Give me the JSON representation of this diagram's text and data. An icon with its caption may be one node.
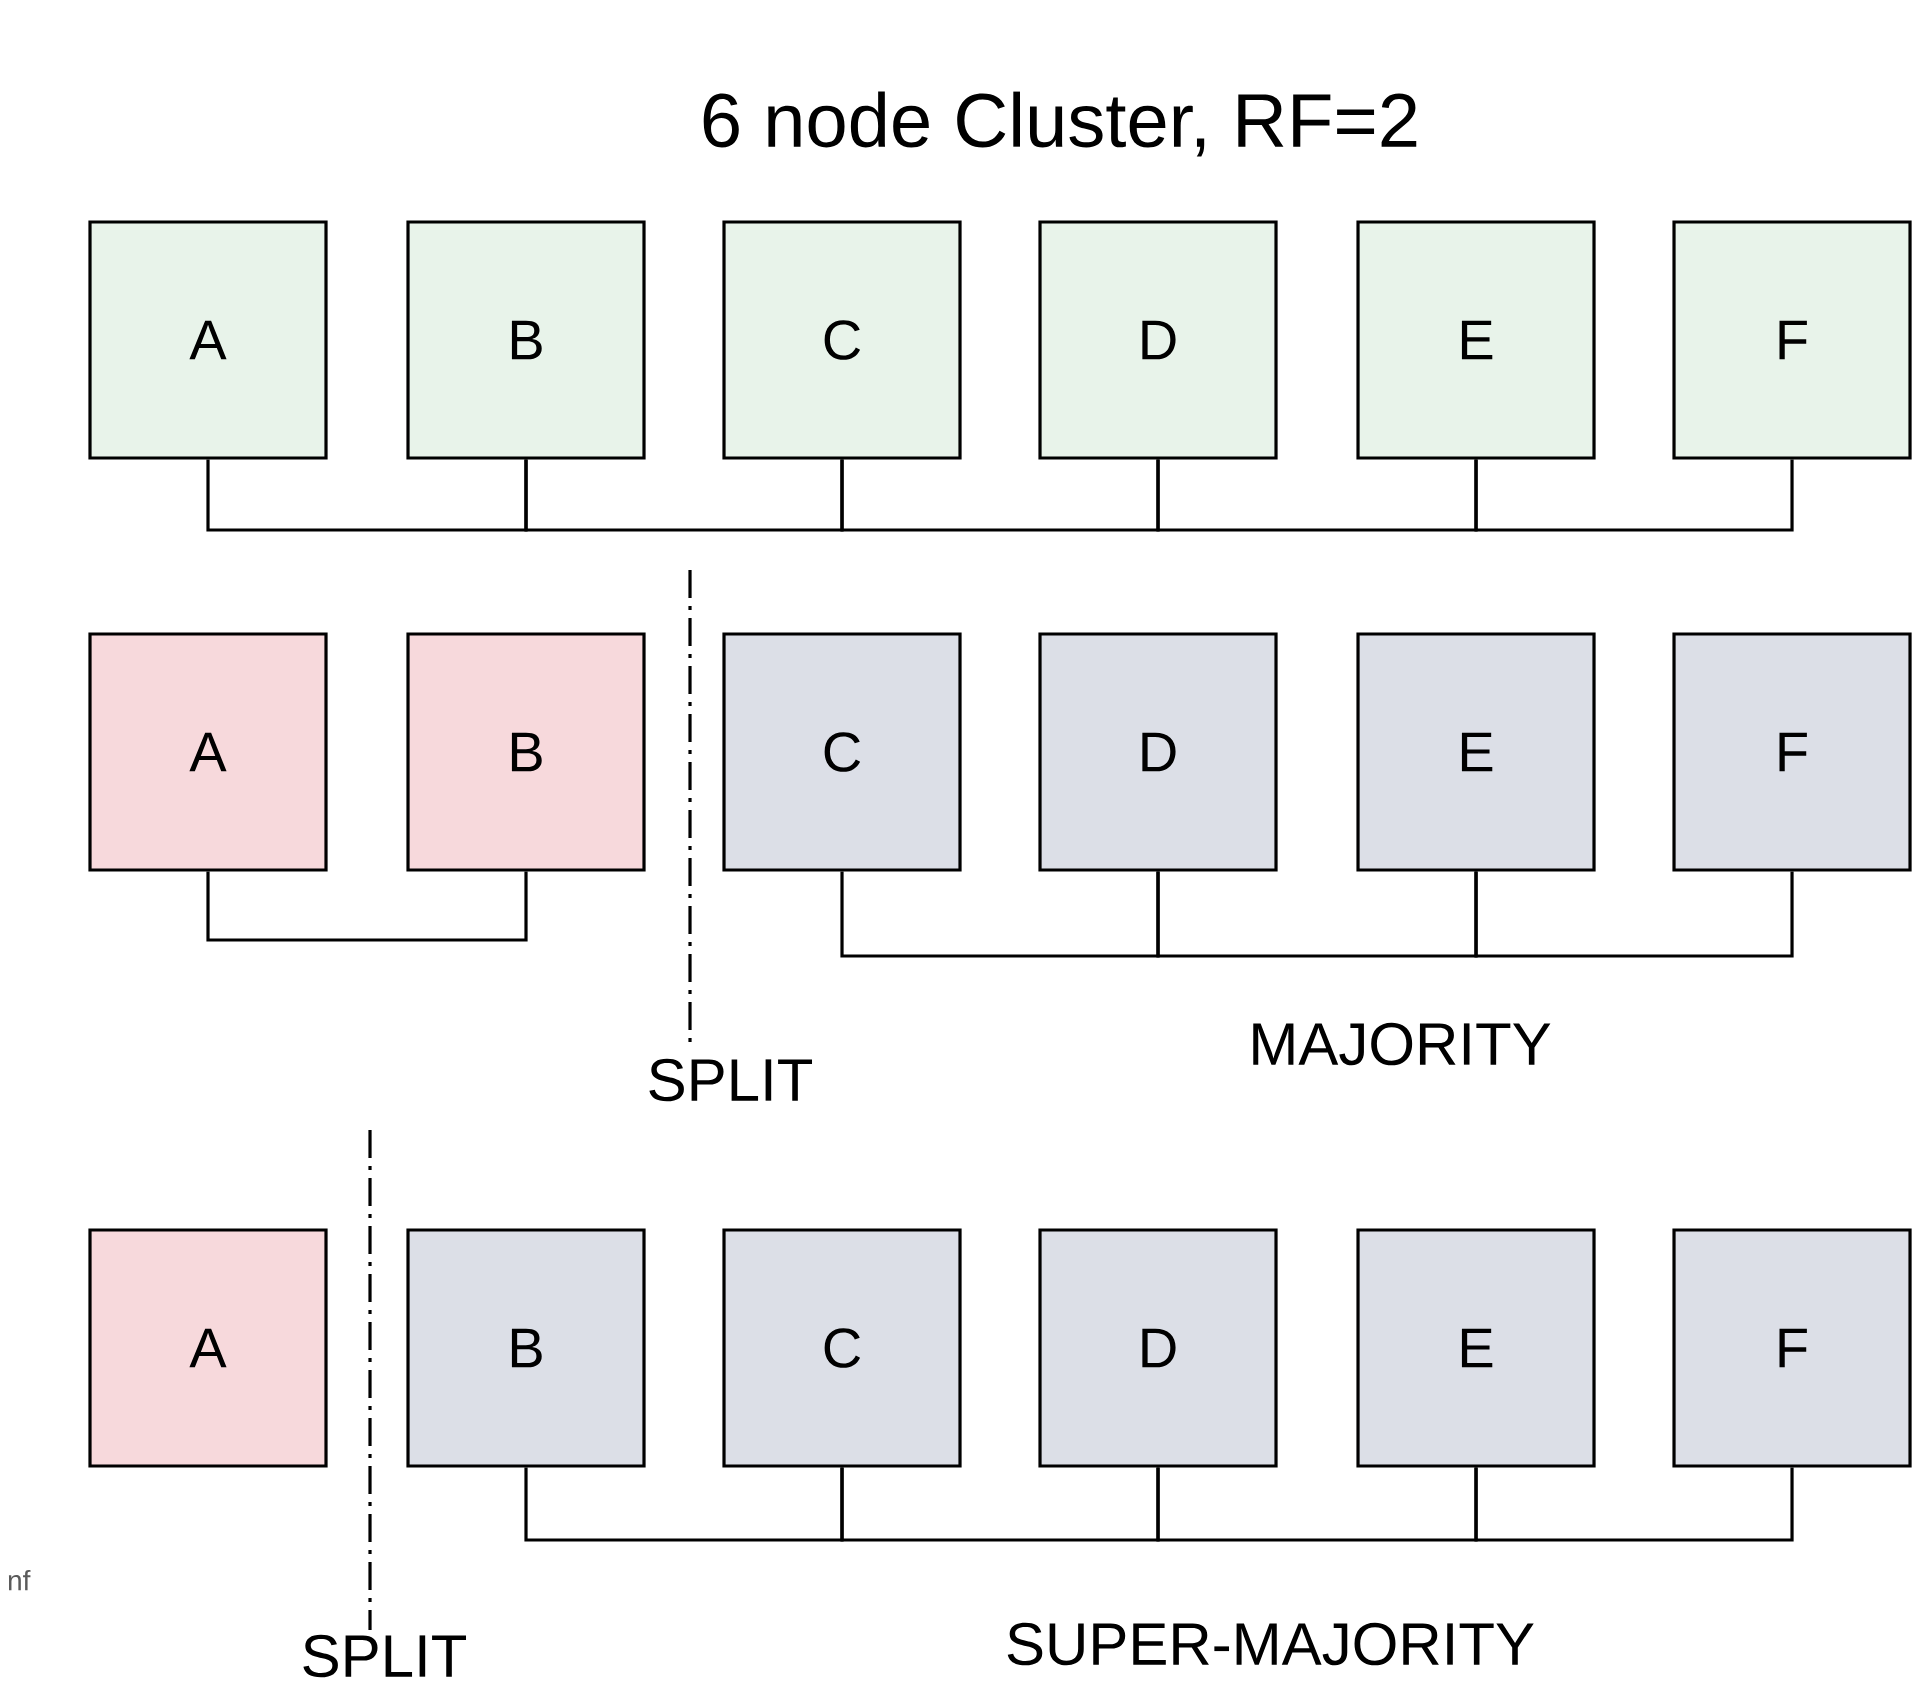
{
  "diagram": {
    "title": "6 node Cluster, RF=2",
    "nodes": [
      {
        "text": [
          "A"
        ]
      },
      {
        "text": [
          "B"
        ]
      },
      {
        "text": [
          "C"
        ]
      },
      {
        "text": [
          "D"
        ]
      },
      {
        "text": [
          "E"
        ]
      },
      {
        "text": [
          "F"
        ]
      },
      {
        "text": [
          "A"
        ]
      },
      {
        "text": [
          "B"
        ]
      },
      {
        "text": [
          "C"
        ]
      },
      {
        "text": [
          "D"
        ]
      },
      {
        "text": [
          "E"
        ]
      },
      {
        "text": [
          "F"
        ]
      },
      {
        "text": [
          "A"
        ]
      },
      {
        "text": [
          "B"
        ]
      },
      {
        "text": [
          "C"
        ]
      },
      {
        "text": [
          "D"
        ]
      },
      {
        "text": [
          "E"
        ]
      },
      {
        "text": [
          "F"
        ]
      }
    ],
    "edges": [
      {
        "from": 0,
        "to": 1,
        "arrow": "none"
      },
      {
        "from": 1,
        "to": 2,
        "arrow": "none"
      },
      {
        "from": 2,
        "to": 3,
        "arrow": "none"
      },
      {
        "from": 3,
        "to": 4,
        "arrow": "none"
      },
      {
        "from": 4,
        "to": 5,
        "arrow": "none"
      },
      {
        "from": 6,
        "to": 7,
        "arrow": "none"
      },
      {
        "from": 8,
        "to": 9,
        "arrow": "none"
      },
      {
        "from": 9,
        "to": 10,
        "arrow": "none"
      },
      {
        "from": 10,
        "to": 11,
        "arrow": "none"
      },
      {
        "from": 13,
        "to": 14,
        "arrow": "none"
      },
      {
        "from": 14,
        "to": 15,
        "arrow": "none"
      },
      {
        "from": 15,
        "to": 16,
        "arrow": "none"
      },
      {
        "from": 16,
        "to": 17,
        "arrow": "none"
      }
    ],
    "labels": [
      "SPLIT",
      "MAJORITY",
      "nf",
      "SPLIT",
      "SUPER-MAJORITY"
    ]
  }
}
